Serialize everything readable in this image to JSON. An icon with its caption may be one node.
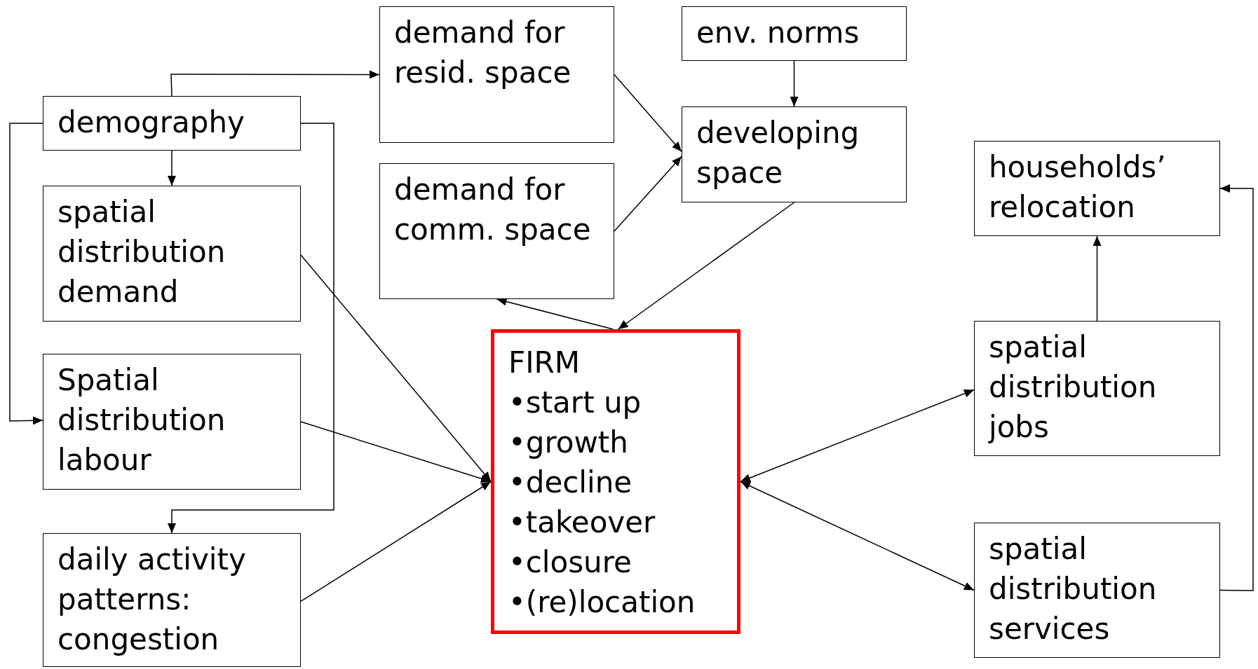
{
  "diagram": {
    "nodes": [
      {
        "text": [
          "demography"
        ]
      },
      {
        "text": [
          "demand for resid. space"
        ]
      },
      {
        "text": [
          "env. norms"
        ]
      },
      {
        "text": [
          "developing space"
        ]
      },
      {
        "text": [
          "demand for comm. space"
        ]
      },
      {
        "text": [
          "spatial distribution demand"
        ]
      },
      {
        "text": [
          "households’ relocation"
        ]
      },
      {
        "text": [
          "Spatial distribution labour"
        ]
      },
      {
        "text": [
          "FIRM",
          "•start up",
          "•growth",
          "•decline",
          "•takeover",
          "•closure",
          "•(re)location"
        ]
      },
      {
        "text": [
          "spatial distribution jobs"
        ]
      },
      {
        "text": [
          "daily activity patterns: congestion"
        ]
      },
      {
        "text": [
          "spatial distribution services"
        ]
      }
    ],
    "edges": [
      {
        "from": 0,
        "to": 1,
        "arrow": "to"
      },
      {
        "from": 0,
        "to": 5,
        "arrow": "to"
      },
      {
        "from": 0,
        "to": 7,
        "arrow": "to"
      },
      {
        "from": 0,
        "to": 10,
        "arrow": "to"
      },
      {
        "from": 1,
        "to": 3,
        "arrow": "to"
      },
      {
        "from": 4,
        "to": 3,
        "arrow": "to"
      },
      {
        "from": 2,
        "to": 3,
        "arrow": "to"
      },
      {
        "from": 3,
        "to": 8,
        "arrow": "to"
      },
      {
        "from": 8,
        "to": 4,
        "arrow": "to"
      },
      {
        "from": 5,
        "to": 8,
        "arrow": "to"
      },
      {
        "from": 7,
        "to": 8,
        "arrow": "to"
      },
      {
        "from": 10,
        "to": 8,
        "arrow": "to"
      },
      {
        "from": 8,
        "to": 9,
        "arrow": "both"
      },
      {
        "from": 8,
        "to": 11,
        "arrow": "both"
      },
      {
        "from": 9,
        "to": 6,
        "arrow": "to"
      },
      {
        "from": 11,
        "to": 6,
        "arrow": "to"
      }
    ]
  }
}
